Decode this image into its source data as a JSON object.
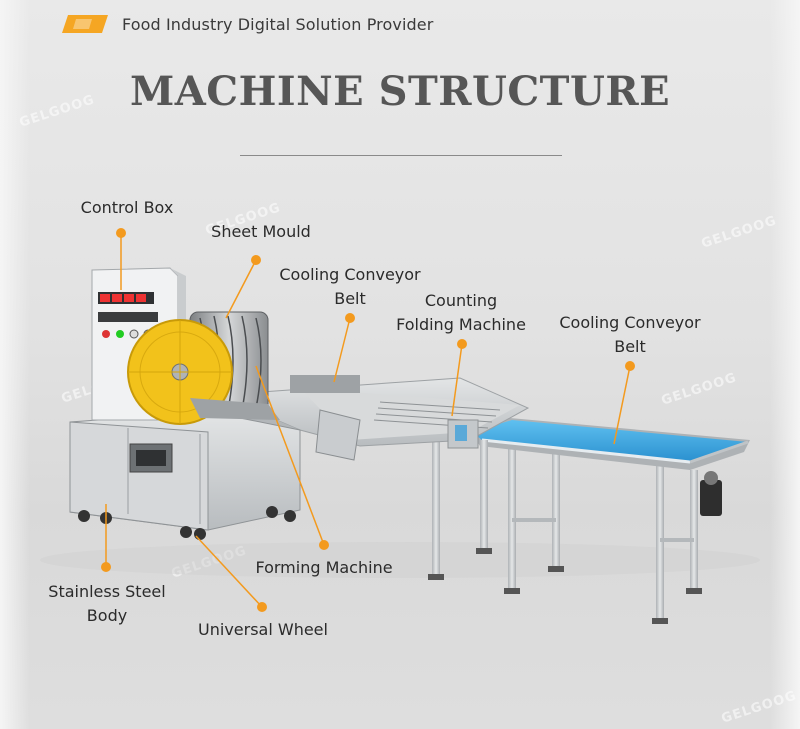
{
  "header": {
    "tagline": "Food Industry Digital Solution Provider",
    "accent_color": "#f5a623"
  },
  "title": "MACHINE STRUCTURE",
  "watermark": "GELGOOG",
  "callouts": {
    "control_box": "Control Box",
    "sheet_mould": "Sheet Mould",
    "cooling_conveyor_1_line1": "Cooling Conveyor",
    "cooling_conveyor_1_line2": "Belt",
    "counting_line1": "Counting",
    "counting_line2": "Folding Machine",
    "cooling_conveyor_2_line1": "Cooling Conveyor",
    "cooling_conveyor_2_line2": "Belt",
    "stainless_line1": "Stainless Steel",
    "stainless_line2": "Body",
    "universal_wheel": "Universal Wheel",
    "forming_machine": "Forming Machine"
  },
  "colors": {
    "callout_dot": "#f39a1e",
    "belt_blue": "#3aa9e6",
    "drum_yellow": "#f2c21b",
    "steel": "#c9ccce"
  }
}
